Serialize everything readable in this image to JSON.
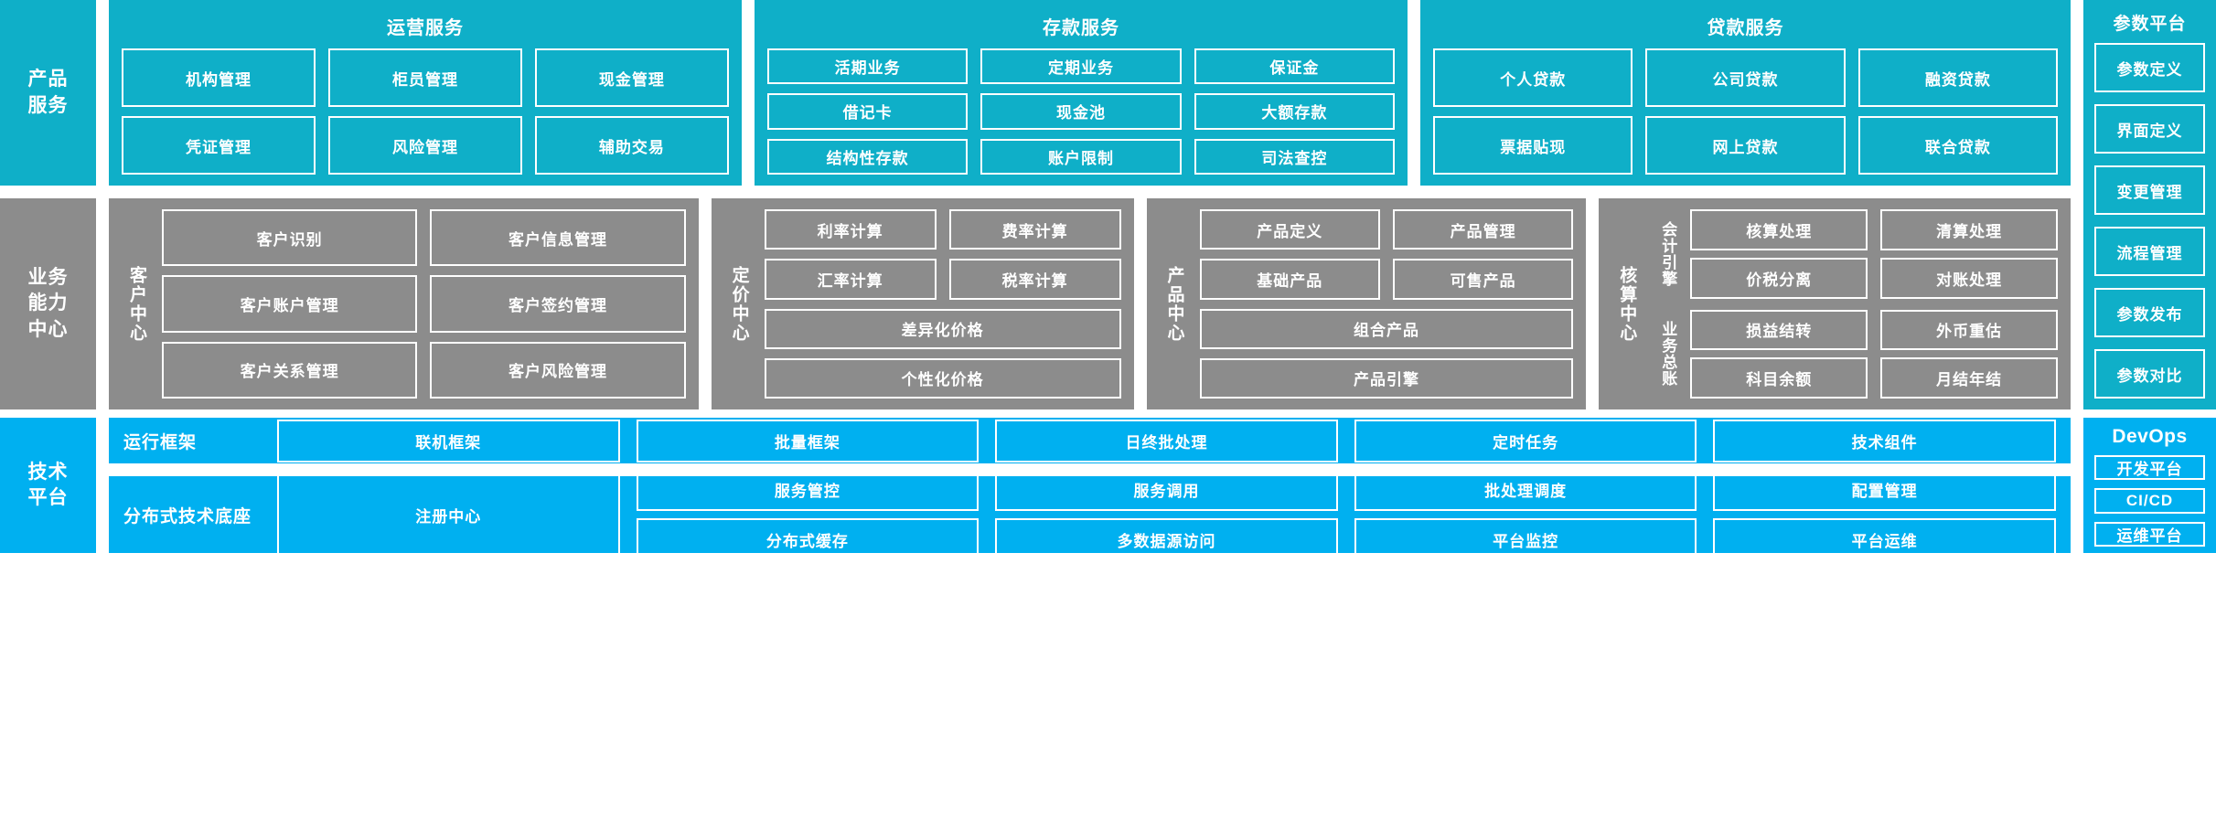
{
  "colors": {
    "product_service_band": "#0fafc8",
    "business_capability_band": "#8c8c8c",
    "technology_platform_band": "#00b0f0",
    "border": "#ffffff",
    "text": "#ffffff",
    "page_background": "#ffffff"
  },
  "bands": {
    "product_service": {
      "side_label": "产品\n服务",
      "side_label_lines": [
        "产品",
        "服务"
      ],
      "groups": [
        {
          "title": "运营服务",
          "rows": [
            [
              "机构管理",
              "柜员管理",
              "现金管理"
            ],
            [
              "凭证管理",
              "风险管理",
              "辅助交易"
            ]
          ]
        },
        {
          "title": "存款服务",
          "rows": [
            [
              "活期业务",
              "定期业务",
              "保证金"
            ],
            [
              "借记卡",
              "现金池",
              "大额存款"
            ],
            [
              "结构性存款",
              "账户限制",
              "司法查控"
            ]
          ]
        },
        {
          "title": "贷款服务",
          "rows": [
            [
              "个人贷款",
              "公司贷款",
              "融资贷款"
            ],
            [
              "票据贴现",
              "网上贷款",
              "联合贷款"
            ]
          ]
        }
      ]
    },
    "business_capability": {
      "side_label_lines": [
        "业务",
        "能力",
        "中心"
      ],
      "centers": [
        {
          "name": "客户中心",
          "layout": "two-col-3row",
          "rows": [
            [
              "客户识别",
              "客户信息管理"
            ],
            [
              "客户账户管理",
              "客户签约管理"
            ],
            [
              "客户关系管理",
              "客户风险管理"
            ]
          ]
        },
        {
          "name": "定价中心",
          "layout": "two-col-then-full",
          "rows": [
            [
              "利率计算",
              "费率计算"
            ],
            [
              "汇率计算",
              "税率计算"
            ]
          ],
          "full_rows": [
            "差异化价格",
            "个性化价格"
          ]
        },
        {
          "name": "产品中心",
          "layout": "two-col-then-full",
          "rows": [
            [
              "产品定义",
              "产品管理"
            ],
            [
              "基础产品",
              "可售产品"
            ]
          ],
          "full_rows": [
            "组合产品",
            "产品引擎"
          ]
        },
        {
          "name": "核算中心",
          "layout": "sub-grouped",
          "subgroups": [
            {
              "name": "会计引擎",
              "rows": [
                [
                  "核算处理",
                  "清算处理"
                ],
                [
                  "价税分离",
                  "对账处理"
                ]
              ]
            },
            {
              "name": "业务总账",
              "rows": [
                [
                  "损益结转",
                  "外币重估"
                ],
                [
                  "科目余额",
                  "月结年结"
                ]
              ]
            }
          ]
        }
      ]
    },
    "technology_platform": {
      "side_label_lines": [
        "技术",
        "平台"
      ],
      "rows": [
        {
          "name": "运行框架",
          "columns": [
            [
              "联机框架"
            ],
            [
              "批量框架"
            ],
            [
              "日终批处理"
            ],
            [
              "定时任务"
            ],
            [
              "技术组件"
            ]
          ]
        },
        {
          "name": "分布式技术底座",
          "columns": [
            [
              "注册中心"
            ],
            [
              "服务管控",
              "分布式缓存"
            ],
            [
              "服务调用",
              "多数据源访问"
            ],
            [
              "批处理调度",
              "平台监控"
            ],
            [
              "配置管理",
              "平台运维"
            ]
          ]
        }
      ]
    }
  },
  "rails": {
    "parameter_platform": {
      "title": "参数平台",
      "items": [
        "参数定义",
        "界面定义",
        "变更管理",
        "流程管理",
        "参数发布",
        "参数对比"
      ]
    },
    "devops": {
      "title": "DevOps",
      "items": [
        "开发平台",
        "CI/CD",
        "运维平台"
      ]
    }
  }
}
